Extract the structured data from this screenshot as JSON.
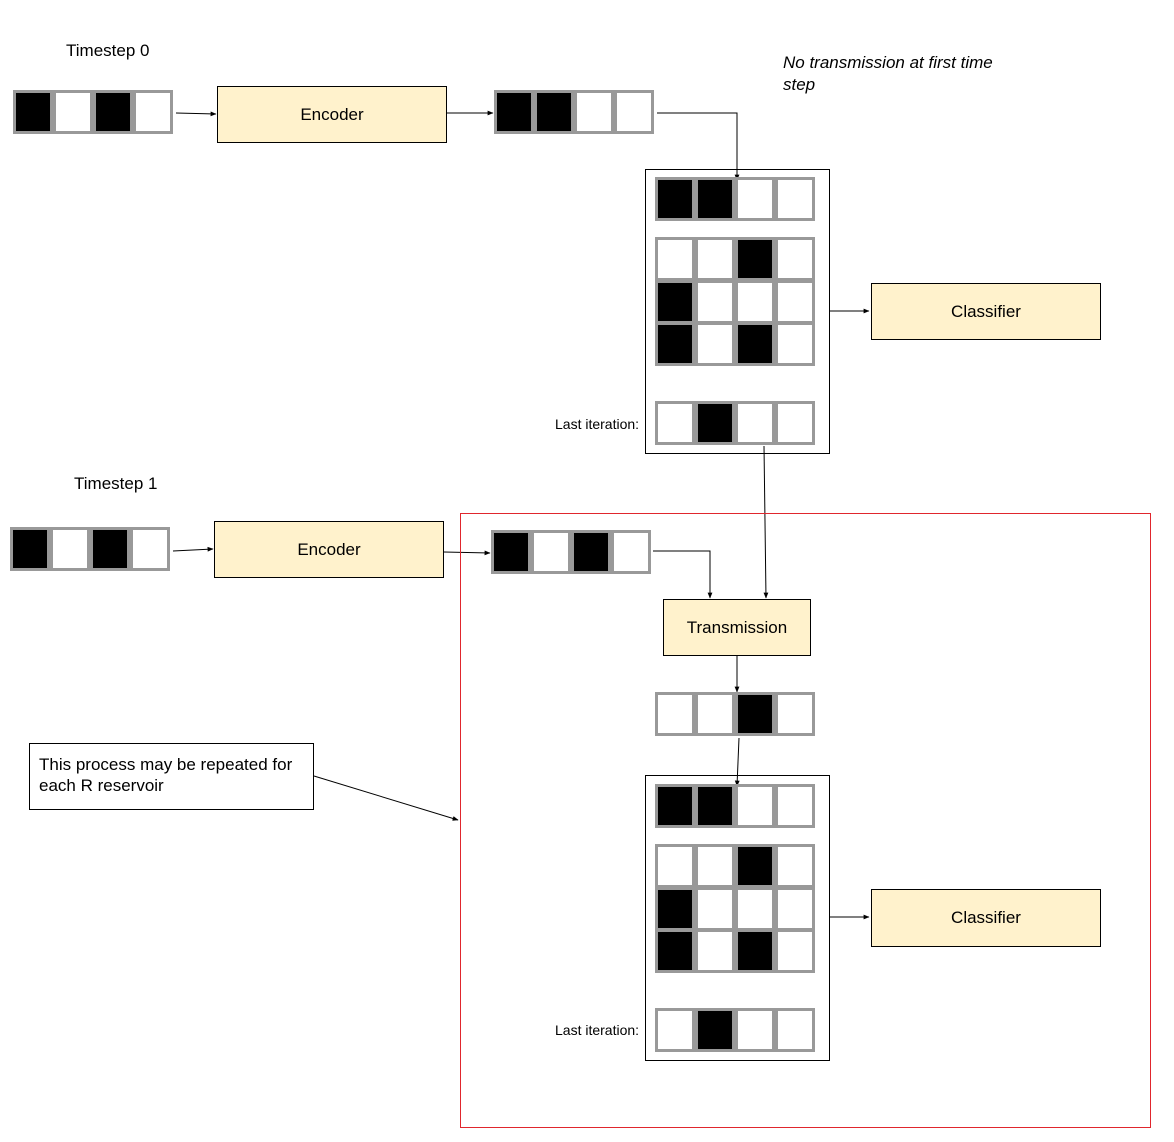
{
  "timestep0": {
    "label": "Timestep 0",
    "input_bits": [
      1,
      0,
      1,
      0
    ],
    "encoder_label": "Encoder",
    "encoded_bits": [
      1,
      1,
      0,
      0
    ],
    "note": "No transmission at first time step",
    "reservoir": {
      "input_row": [
        1,
        1,
        0,
        0
      ],
      "state_rows": [
        [
          0,
          0,
          1,
          0
        ],
        [
          1,
          0,
          0,
          0
        ],
        [
          1,
          0,
          1,
          0
        ]
      ],
      "last_iteration_label": "Last iteration:",
      "last_iteration_row": [
        0,
        1,
        0,
        0
      ]
    },
    "classifier_label": "Classifier"
  },
  "timestep1": {
    "label": "Timestep 1",
    "input_bits": [
      1,
      0,
      1,
      0
    ],
    "encoder_label": "Encoder",
    "encoded_bits": [
      1,
      0,
      1,
      0
    ],
    "transmission_label": "Transmission",
    "transmitted_bits": [
      0,
      0,
      1,
      0
    ],
    "reservoir": {
      "input_row": [
        1,
        1,
        0,
        0
      ],
      "state_rows": [
        [
          0,
          0,
          1,
          0
        ],
        [
          1,
          0,
          0,
          0
        ],
        [
          1,
          0,
          1,
          0
        ]
      ],
      "last_iteration_label": "Last iteration:",
      "last_iteration_row": [
        0,
        1,
        0,
        0
      ]
    },
    "classifier_label": "Classifier"
  },
  "callout_text": "This process may be repeated for each R reservoir",
  "colors": {
    "box_fill": "#fff2cc",
    "cell_on": "#000000",
    "cell_border": "#999999",
    "highlight": "#e0262d"
  }
}
